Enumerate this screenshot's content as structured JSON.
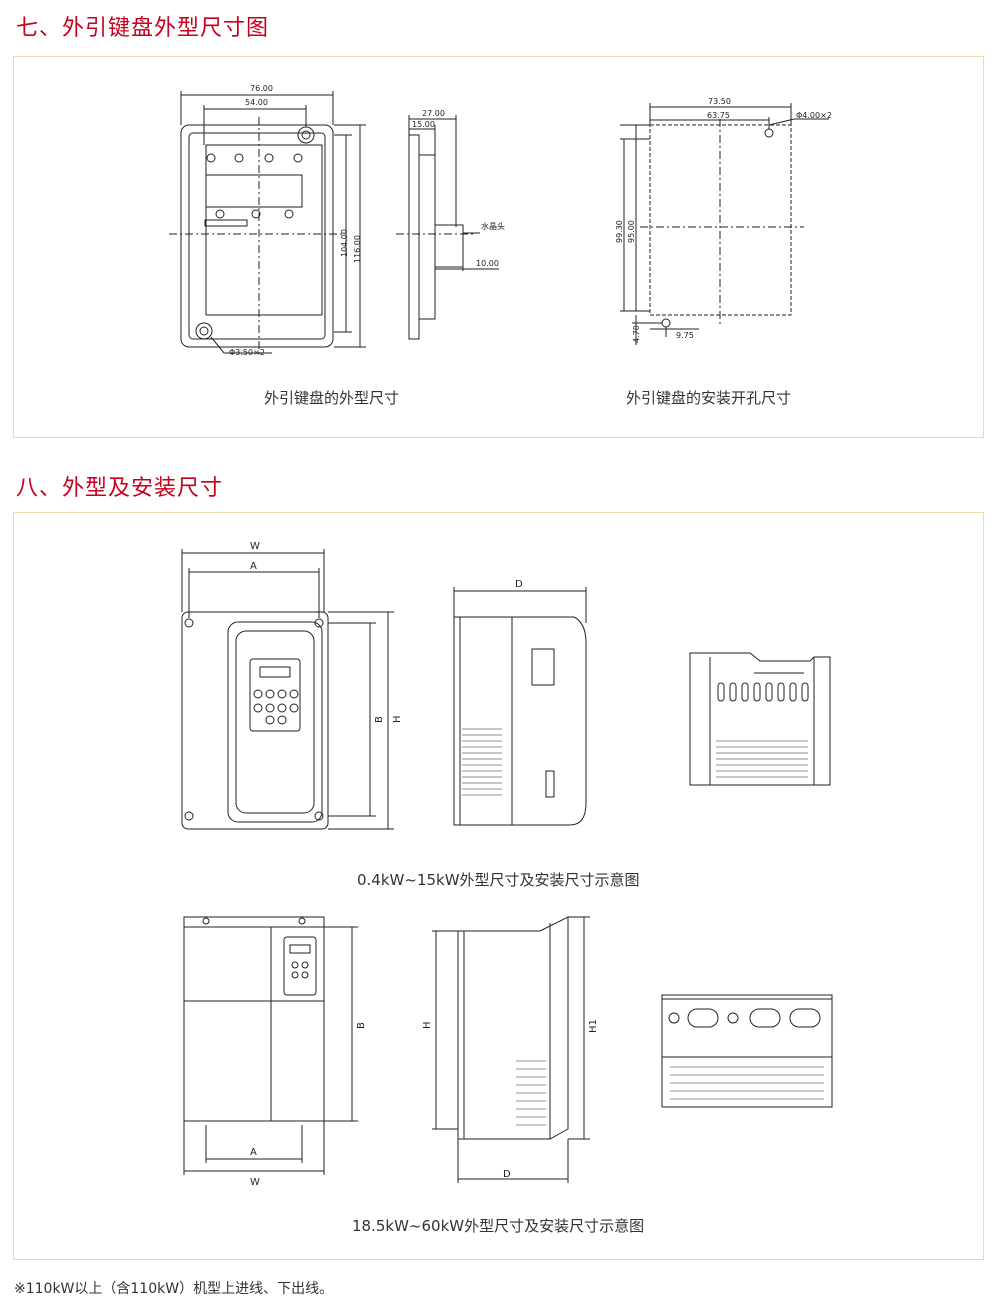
{
  "section7": {
    "title": "七、外引键盘外型尺寸图",
    "caption_left": "外引键盘的外型尺寸",
    "caption_right": "外引键盘的安装开孔尺寸",
    "dims_front": {
      "w_outer": "76.00",
      "w_inner": "54.00",
      "h_inner": "104.00",
      "h_outer": "116.00",
      "hole": "Φ3.50×2"
    },
    "dims_side": {
      "d_outer": "27.00",
      "d_inner": "15.00",
      "plug_label": "水晶头",
      "plug_w": "10.00"
    },
    "dims_cutout": {
      "w_outer": "73.50",
      "w_inner": "63.75",
      "hole": "Φ4.00×2",
      "h_outer": "99.30",
      "h_inner": "95.00",
      "offset_v": "4.70",
      "offset_h": "9.75"
    }
  },
  "section8": {
    "title": "八、外型及安装尺寸",
    "caption_1": "0.4kW~15kW外型尺寸及安装尺寸示意图",
    "caption_2": "18.5kW~60kW外型尺寸及安装尺寸示意图",
    "labels": {
      "W": "W",
      "A": "A",
      "B": "B",
      "H": "H",
      "D": "D",
      "H1": "H1"
    }
  },
  "footnote": "※110kW以上（含110kW）机型上进线、下出线。"
}
